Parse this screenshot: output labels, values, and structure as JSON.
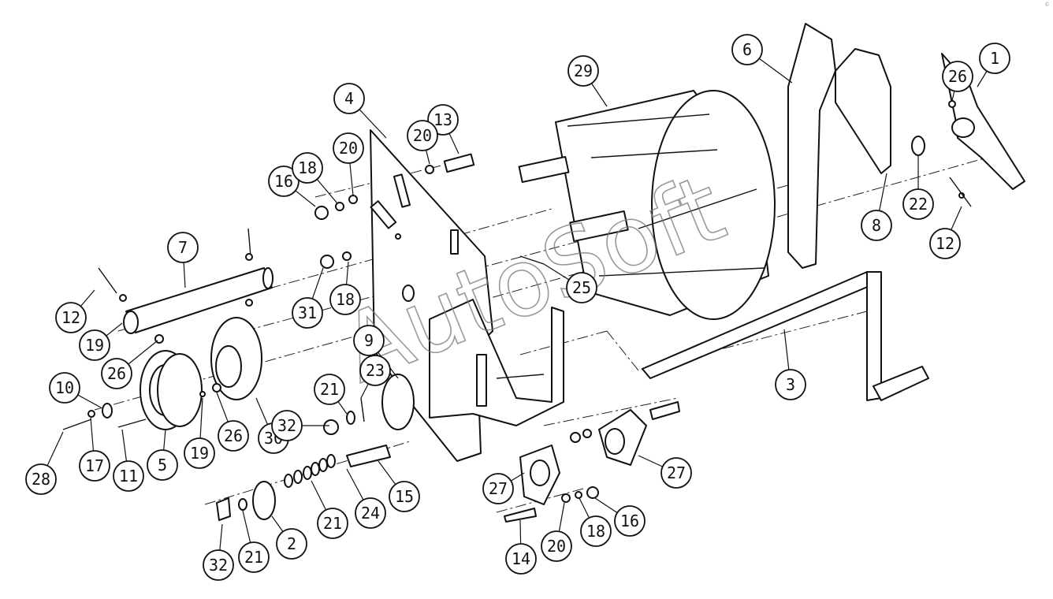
{
  "watermark": "AutoSoft",
  "corner_mark": "©",
  "callouts": [
    {
      "id": "c1",
      "label": "1"
    },
    {
      "id": "c2",
      "label": "2"
    },
    {
      "id": "c3",
      "label": "3"
    },
    {
      "id": "c4",
      "label": "4"
    },
    {
      "id": "c5",
      "label": "5"
    },
    {
      "id": "c6",
      "label": "6"
    },
    {
      "id": "c7",
      "label": "7"
    },
    {
      "id": "c8",
      "label": "8"
    },
    {
      "id": "c9",
      "label": "9"
    },
    {
      "id": "c10",
      "label": "10"
    },
    {
      "id": "c11",
      "label": "11"
    },
    {
      "id": "c12a",
      "label": "12"
    },
    {
      "id": "c12b",
      "label": "12"
    },
    {
      "id": "c13",
      "label": "13"
    },
    {
      "id": "c14",
      "label": "14"
    },
    {
      "id": "c15",
      "label": "15"
    },
    {
      "id": "c16a",
      "label": "16"
    },
    {
      "id": "c16b",
      "label": "16"
    },
    {
      "id": "c17",
      "label": "17"
    },
    {
      "id": "c18a",
      "label": "18"
    },
    {
      "id": "c18b",
      "label": "18"
    },
    {
      "id": "c18c",
      "label": "18"
    },
    {
      "id": "c19a",
      "label": "19"
    },
    {
      "id": "c19b",
      "label": "19"
    },
    {
      "id": "c20a",
      "label": "20"
    },
    {
      "id": "c20b",
      "label": "20"
    },
    {
      "id": "c20c",
      "label": "20"
    },
    {
      "id": "c21a",
      "label": "21"
    },
    {
      "id": "c21b",
      "label": "21"
    },
    {
      "id": "c21c",
      "label": "21"
    },
    {
      "id": "c22",
      "label": "22"
    },
    {
      "id": "c23",
      "label": "23"
    },
    {
      "id": "c24",
      "label": "24"
    },
    {
      "id": "c25",
      "label": "25"
    },
    {
      "id": "c26a",
      "label": "26"
    },
    {
      "id": "c26b",
      "label": "26"
    },
    {
      "id": "c26c",
      "label": "26"
    },
    {
      "id": "c27a",
      "label": "27"
    },
    {
      "id": "c27b",
      "label": "27"
    },
    {
      "id": "c28",
      "label": "28"
    },
    {
      "id": "c29",
      "label": "29"
    },
    {
      "id": "c30",
      "label": "30"
    },
    {
      "id": "c31",
      "label": "31"
    },
    {
      "id": "c32a",
      "label": "32"
    },
    {
      "id": "c32b",
      "label": "32"
    }
  ]
}
